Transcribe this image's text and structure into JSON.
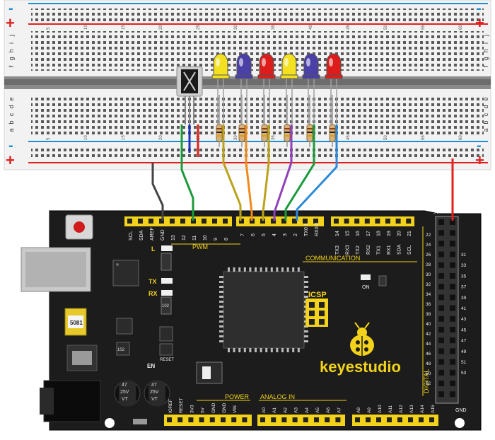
{
  "breadboard": {
    "rail_plus": "+",
    "rail_minus": "-",
    "row_letters_top": [
      "j",
      "i",
      "h",
      "g",
      "f"
    ],
    "row_letters_bottom": [
      "e",
      "d",
      "c",
      "b",
      "a"
    ],
    "column_numbers": [
      "5",
      "10",
      "15",
      "20",
      "25",
      "30",
      "35",
      "40",
      "45",
      "50",
      "55",
      "60"
    ]
  },
  "leds": [
    "yellow",
    "blue",
    "red",
    "yellow",
    "blue",
    "red"
  ],
  "led_colors": {
    "yellow": "#f3e020",
    "blue": "#4b3fa8",
    "red": "#dd1c1c"
  },
  "wire_colors": [
    "#444444",
    "#1a9a3a",
    "#b9a21c",
    "#f08a1a",
    "#b9a21c",
    "#9040b8",
    "#1a9a3a",
    "#2a8ad8",
    "#e0201c"
  ],
  "board": {
    "brand": "keyestudio",
    "pwm_label": "PWM",
    "communication_label": "COMMUNICATION",
    "power_label": "POWER",
    "analog_label": "ANALOG IN",
    "digital_label": "DIGITAL",
    "icsp_label": "ICSP",
    "on_label": "ON",
    "en_label": "EN",
    "reset_label": "RESET",
    "crystal_label": "5081",
    "left_header_pins": [
      "SCL",
      "SDA",
      "AREF",
      "GND",
      "13",
      "12",
      "11",
      "10",
      "9",
      "8"
    ],
    "pwm_header_pins": [
      "7",
      "6",
      "5",
      "4",
      "3",
      "2",
      "TX0 1",
      "RX0 0"
    ],
    "comm_header_pins": [
      "14",
      "15",
      "16",
      "17",
      "18",
      "19",
      "20",
      "21"
    ],
    "comm_header_sub": [
      "TX3",
      "RX3",
      "TX2",
      "RX2",
      "TX1",
      "RX1",
      "SDA",
      "SCL"
    ],
    "power_pins": [
      "IOREF",
      "RESET",
      "3V3",
      "5V",
      "GND",
      "GND",
      "VIN"
    ],
    "analog_pins": [
      "A0",
      "A1",
      "A2",
      "A3",
      "A4",
      "A5",
      "A6",
      "A7"
    ],
    "analog_pins2": [
      "A8",
      "A9",
      "A10",
      "A11",
      "A12",
      "A13",
      "A14",
      "A15"
    ],
    "digital_left": [
      "22",
      "24",
      "26",
      "28",
      "30",
      "32",
      "34",
      "36",
      "38",
      "40",
      "42",
      "44",
      "46",
      "48",
      "50",
      "52"
    ],
    "digital_right": [
      "31",
      "33",
      "35",
      "37",
      "39",
      "41",
      "43",
      "45",
      "47",
      "49",
      "51",
      "53"
    ],
    "header_5v": "5V",
    "header_gnd": "GND",
    "led_labels": [
      "L",
      "TX",
      "RX"
    ],
    "cap_labels": [
      "47",
      "25V",
      "VT"
    ],
    "chip_label_1": "102",
    "chip_label_2": "102"
  }
}
